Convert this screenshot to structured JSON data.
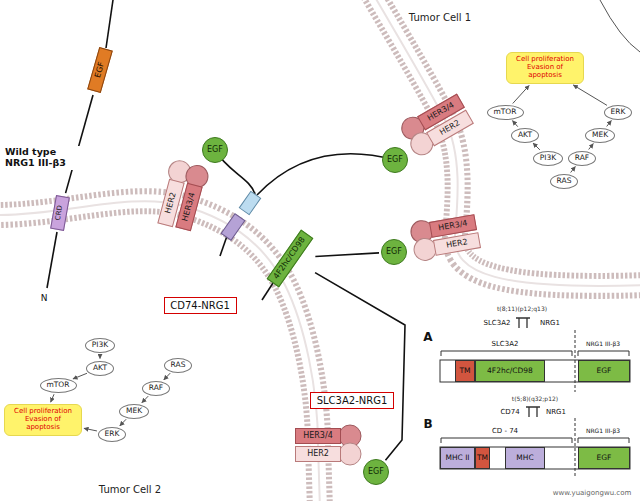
{
  "diagram": {
    "nodes": [
      {
        "text": [
          "Cell proliferation Evasion of apoptosis"
        ]
      },
      {
        "text": [
          "mTOR"
        ]
      },
      {
        "text": [
          "AKT"
        ]
      },
      {
        "text": [
          "PI3K"
        ]
      },
      {
        "text": [
          "ERK"
        ]
      },
      {
        "text": [
          "MEK"
        ]
      },
      {
        "text": [
          "RAF"
        ]
      },
      {
        "text": [
          "RAS"
        ]
      },
      {
        "text": [
          "EGF"
        ]
      },
      {
        "text": [
          "HER3/4"
        ]
      },
      {
        "text": [
          "HER2"
        ]
      },
      {
        "text": [
          "EGF"
        ]
      },
      {
        "text": [
          "HER2"
        ]
      },
      {
        "text": [
          "HER3/4"
        ]
      },
      {
        "text": [
          "EGF"
        ]
      },
      {
        "text": [
          "CRD"
        ]
      },
      {
        "text": [
          "HER3/4"
        ]
      },
      {
        "text": [
          "HER2"
        ]
      },
      {
        "text": [
          "EGF"
        ]
      },
      {
        "text": [
          "CD74-NRG1"
        ]
      },
      {
        "text": [
          "4F2hc/CD98"
        ]
      },
      {
        "text": [
          "SLC3A2-NRG1"
        ]
      },
      {
        "text": [
          "EGF"
        ]
      },
      {
        "text": [
          "HER3/4"
        ]
      },
      {
        "text": [
          "HER2"
        ]
      },
      {
        "text": [
          "PI3K"
        ]
      },
      {
        "text": [
          "AKT"
        ]
      },
      {
        "text": [
          "mTOR"
        ]
      },
      {
        "text": [
          "RAS"
        ]
      },
      {
        "text": [
          "RAF"
        ]
      },
      {
        "text": [
          "MEK"
        ]
      },
      {
        "text": [
          "ERK"
        ]
      },
      {
        "text": [
          "Cell proliferation Evasion of apoptosis"
        ]
      },
      {
        "text": [
          "TM"
        ]
      },
      {
        "text": [
          "4F2hc/CD98"
        ]
      },
      {
        "text": [
          "EGF"
        ]
      },
      {
        "text": [
          "MHC II"
        ]
      },
      {
        "text": [
          "TM"
        ]
      },
      {
        "text": [
          "MHC"
        ]
      },
      {
        "text": [
          "EGF"
        ]
      }
    ],
    "edges": [
      {
        "from": 3,
        "to": 2,
        "arrow": "to"
      },
      {
        "from": 2,
        "to": 1,
        "arrow": "to"
      },
      {
        "from": 1,
        "to": 0,
        "arrow": "to"
      },
      {
        "from": 7,
        "to": 6,
        "arrow": "to"
      },
      {
        "from": 6,
        "to": 5,
        "arrow": "to"
      },
      {
        "from": 5,
        "to": 4,
        "arrow": "to"
      },
      {
        "from": 4,
        "to": 0,
        "arrow": "to"
      },
      {
        "from": 8,
        "to": 15,
        "arrow": "none"
      },
      {
        "from": 20,
        "to": 18,
        "arrow": "none"
      },
      {
        "from": 20,
        "to": 22,
        "arrow": "none"
      },
      {
        "from": 25,
        "to": 26,
        "arrow": "to"
      },
      {
        "from": 26,
        "to": 27,
        "arrow": "to"
      },
      {
        "from": 27,
        "to": 32,
        "arrow": "to"
      },
      {
        "from": 28,
        "to": 29,
        "arrow": "to"
      },
      {
        "from": 29,
        "to": 30,
        "arrow": "to"
      },
      {
        "from": 30,
        "to": 31,
        "arrow": "to"
      },
      {
        "from": 31,
        "to": 32,
        "arrow": "to"
      }
    ],
    "labels": [
      "Tumor Cell 1",
      "Wild type NRG1 III-β3",
      "N",
      "Tumor Cell 2",
      "A",
      "t(8;11)(p12;q13)",
      "SLC3A2",
      "NRG1",
      "SLC3A2",
      "NRG1 III-β3",
      "B",
      "t(5;8)(q32;p12)",
      "CD74",
      "NRG1",
      "CD - 74",
      "NRG1 III-β3",
      "www.yuaigongwu.com"
    ]
  }
}
